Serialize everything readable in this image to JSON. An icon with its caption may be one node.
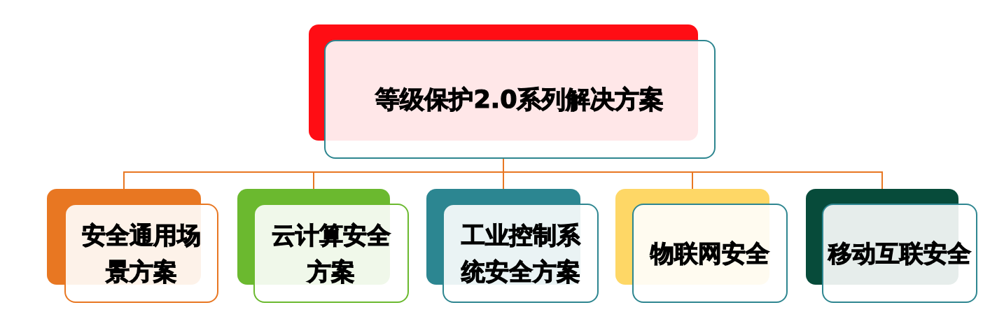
{
  "diagram": {
    "nodes": [
      {
        "text": [
          "等级保护2.0系列解决方案"
        ]
      },
      {
        "text": [
          "安全通用场景方案"
        ]
      },
      {
        "text": [
          "云计算安全方案"
        ]
      },
      {
        "text": [
          "工业控制系统安全方案"
        ]
      },
      {
        "text": [
          "物联网安全"
        ]
      },
      {
        "text": [
          "移动互联安全"
        ]
      }
    ],
    "edges": [
      {
        "from": 0,
        "to": 1,
        "arrow": "none"
      },
      {
        "from": 0,
        "to": 2,
        "arrow": "none"
      },
      {
        "from": 0,
        "to": 3,
        "arrow": "none"
      },
      {
        "from": 0,
        "to": 4,
        "arrow": "none"
      },
      {
        "from": 0,
        "to": 5,
        "arrow": "none"
      }
    ]
  }
}
